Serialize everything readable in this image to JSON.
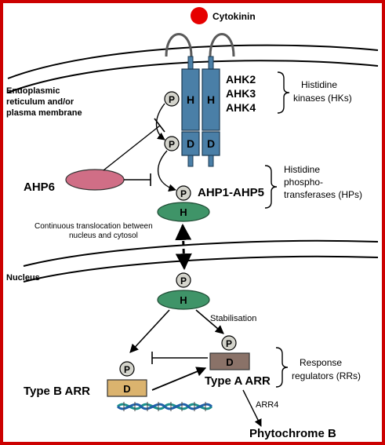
{
  "colors": {
    "frame": "#cc0000",
    "cytokinin_dot": "#e60000",
    "kinase_blue": "#4a7fa7",
    "hp_green": "#3f9468",
    "ahp6_pink": "#d06e86",
    "type_a_brown": "#8a7268",
    "type_b_tan": "#dbb36e",
    "phospho_gray": "#d4d4cc"
  },
  "labels": {
    "cytokinin": "Cytokinin",
    "er_line1": "Endoplasmic",
    "er_line2": "reticulum and/or",
    "er_line3": "plasma membrane",
    "ahk2": "AHK2",
    "ahk3": "AHK3",
    "ahk4": "AHK4",
    "hk_line1": "Histidine",
    "hk_line2": "kinases (HKs)",
    "ahp6": "AHP6",
    "ahp1_5": "AHP1-AHP5",
    "hp_line1": "Histidine",
    "hp_line2": "phospho-",
    "hp_line3": "transferases (HPs)",
    "transloc_line1": "Continuous translocation between",
    "transloc_line2": "nucleus and cytosol",
    "nucleus": "Nucleus",
    "stabilisation": "Stabilisation",
    "rr_line1": "Response",
    "rr_line2": "regulators (RRs)",
    "type_b": "Type B ARR",
    "type_a": "Type A ARR",
    "arr4": "ARR4",
    "phytochrome_b": "Phytochrome B",
    "h": "H",
    "d": "D",
    "p": "P"
  }
}
